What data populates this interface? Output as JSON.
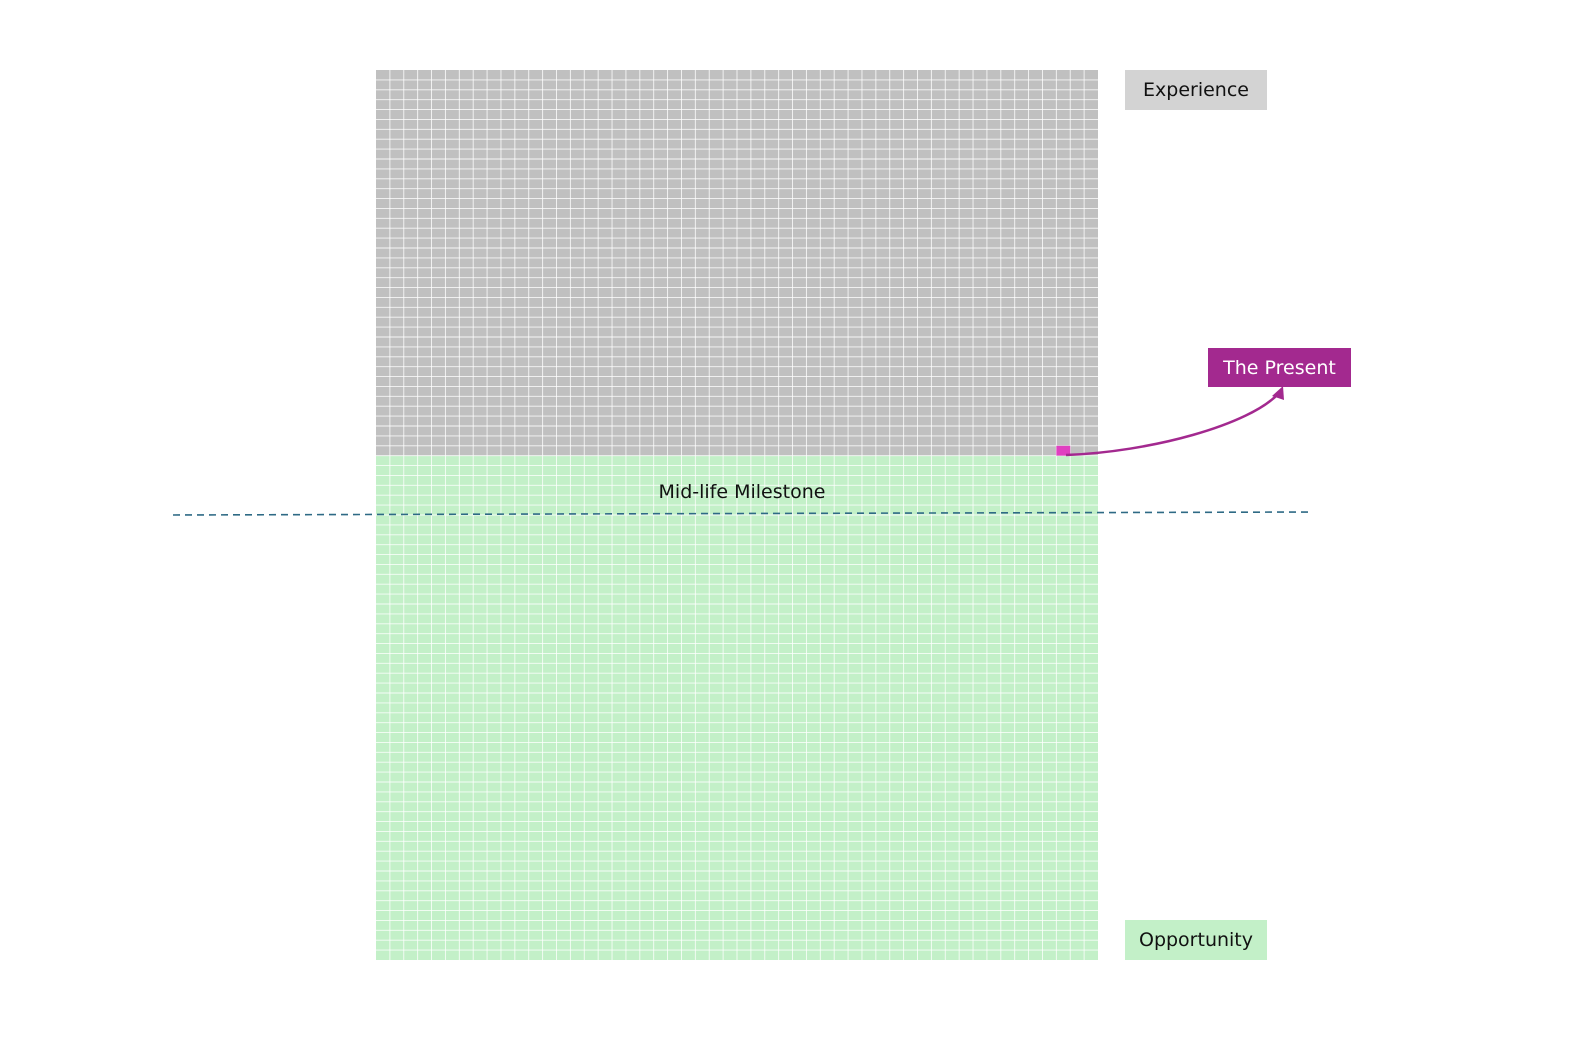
{
  "labels": {
    "experience": "Experience",
    "opportunity": "Opportunity",
    "present": "The Present",
    "milestone": "Mid-life Milestone"
  },
  "grid": {
    "columns": 52,
    "total_rows": 90,
    "lived_rows": 39,
    "present_week": 50
  },
  "colors": {
    "experience": "#c0c0c0",
    "experience_label_bg": "#d3d3d3",
    "opportunity": "#c3f0c8",
    "opportunity_label_bg": "#c3f0c8",
    "present": "#a3298f",
    "present_marker": "#e040c0",
    "milestone_line": "#2e6a85",
    "grid_line": "#ffffff"
  }
}
